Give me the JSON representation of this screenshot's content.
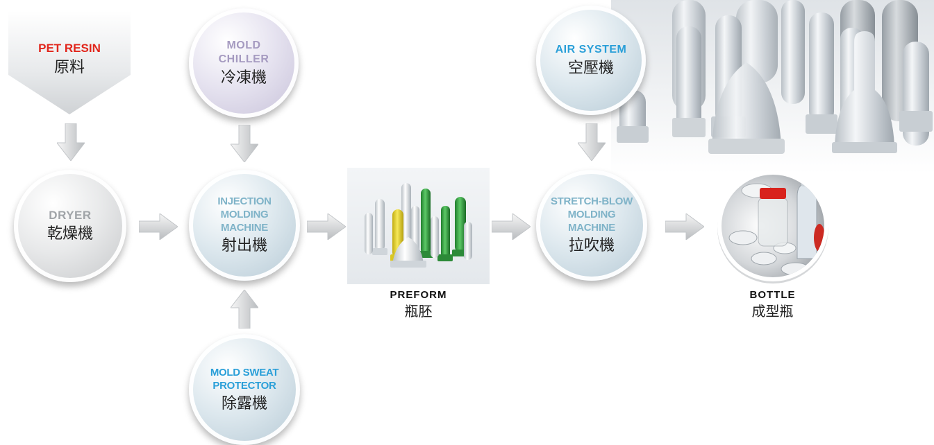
{
  "pet_resin": {
    "label": "PET RESIN",
    "zh": "原料"
  },
  "mold_chiller": {
    "label": "MOLD\nCHILLER",
    "zh": "冷凍機"
  },
  "air_system": {
    "label": "AIR SYSTEM",
    "zh": "空壓機"
  },
  "dryer": {
    "label": "DRYER",
    "zh": "乾燥機"
  },
  "injection": {
    "label": "INJECTION\nMOLDING\nMACHINE",
    "zh": "射出機"
  },
  "stretch_blow": {
    "label": "STRETCH-BLOW\nMOLDING\nMACHINE",
    "zh": "拉吹機"
  },
  "mold_sweat": {
    "label": "MOLD SWEAT\nPROTECTOR",
    "zh": "除露機"
  },
  "preform": {
    "label": "PREFORM",
    "zh": "瓶胚"
  },
  "bottle": {
    "label": "BOTTLE",
    "zh": "成型瓶"
  },
  "colors": {
    "red": "#e1261c",
    "blue": "#2a9fd8",
    "gray": "#a0a4a8",
    "purple": "#a59ac0",
    "teal": "#7fb3c8",
    "preform_green": "#3aa545",
    "preform_yellow": "#e8d431",
    "cap_red": "#d8221c"
  }
}
